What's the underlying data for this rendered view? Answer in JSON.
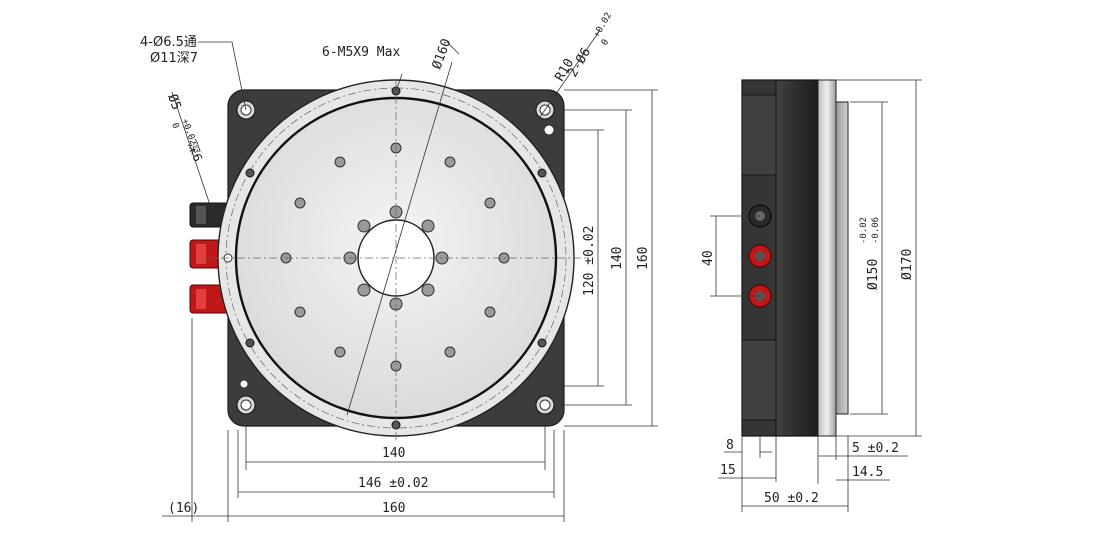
{
  "front_view": {
    "callout_holes": "4-Ø6.5通",
    "callout_counterbore": "Ø11深7",
    "callout_threads": "6-M5X9 Max",
    "callout_bore_dia": "Ø160",
    "callout_radius": "R10",
    "callout_pins": "2-Ø6",
    "callout_pins_tol_upper": "+0.02",
    "callout_pins_tol_lower": "0",
    "callout_pin_left": "Ø5",
    "callout_pin_left_tol_upper": "+0.02",
    "callout_pin_left_tol_lower": "0",
    "callout_pin_left_depth": "深6",
    "dim_bottom_140": "140",
    "dim_bottom_146": "146 ±0.02",
    "dim_bottom_160": "160",
    "dim_bottom_16": "(16)",
    "dim_right_120": "120 ±0.02",
    "dim_right_140": "140",
    "dim_right_160": "160"
  },
  "side_view": {
    "dim_40": "40",
    "dim_150": "Ø150",
    "dim_150_tol_upper": "-0.02",
    "dim_150_tol_lower": "-0.06",
    "dim_170": "Ø170",
    "dim_8": "8",
    "dim_15": "15",
    "dim_5": "5 ±0.2",
    "dim_14_5": "14.5",
    "dim_50": "50 ±0.2"
  }
}
